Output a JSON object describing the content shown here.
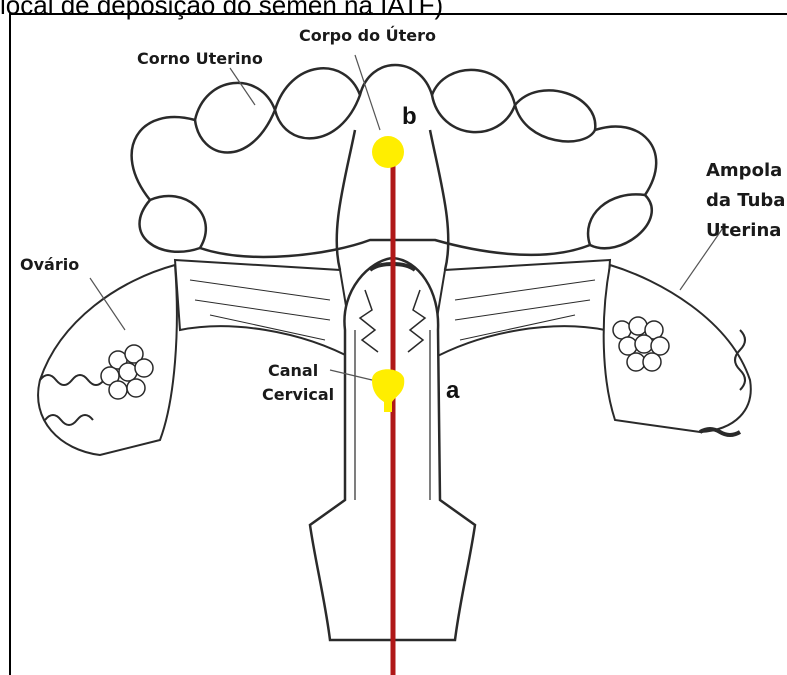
{
  "caption": "local de deposição do sêmen na IATF)",
  "labels": {
    "corpo_do_utero": "Corpo do Útero",
    "corno_uterino": "Corno Uterino",
    "ampola_line1": "Ampola",
    "ampola_line2": "da Tuba",
    "ampola_line3": "Uterina",
    "ovario": "Ovário",
    "canal_line1": "Canal",
    "canal_line2": "Cervical"
  },
  "markers": {
    "a": "a",
    "b": "b"
  },
  "colors": {
    "marker_yellow": "#ffee00",
    "catheter_red": "#b01818",
    "outline": "#2a2a2a"
  }
}
